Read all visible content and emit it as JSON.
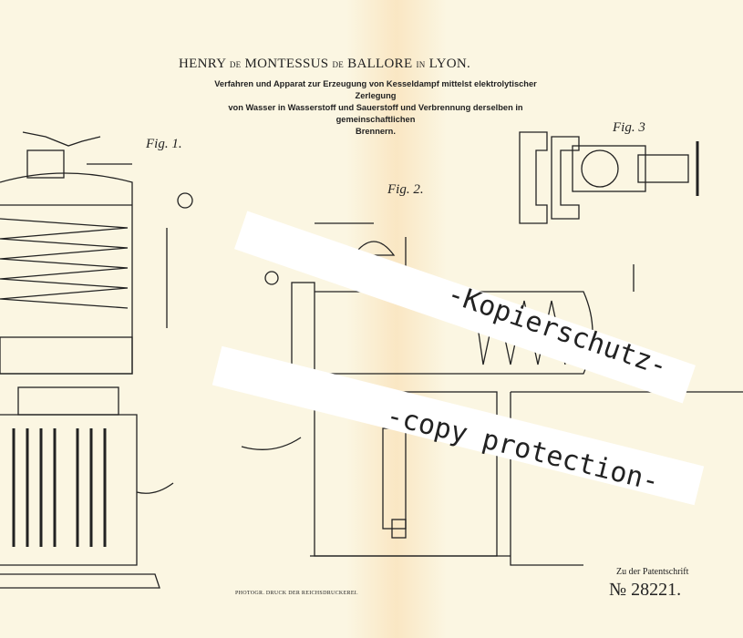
{
  "header": {
    "author_parts": [
      "HENRY",
      "de",
      "MONTESSUS",
      "de",
      "BALLORE",
      "in",
      "LYON."
    ],
    "title_lines": [
      "Verfahren und Apparat zur Erzeugung von Kesseldampf mittelst elektrolytischer Zerlegung",
      "von Wasser in Wasserstoff und Sauerstoff und Verbrennung derselben in gemeinschaftlichen",
      "Brennern."
    ]
  },
  "figures": {
    "fig1": "Fig. 1.",
    "fig2": "Fig. 2.",
    "fig3": "Fig. 3"
  },
  "watermark": {
    "line1": "-Kopierschutz-",
    "line2": "-copy protection-"
  },
  "footer": {
    "patent_label": "Zu der Patentschrift",
    "patent_number": "№ 28221.",
    "printer": "PHOTOGR. DRUCK DER REICHSDRUCKEREI."
  }
}
